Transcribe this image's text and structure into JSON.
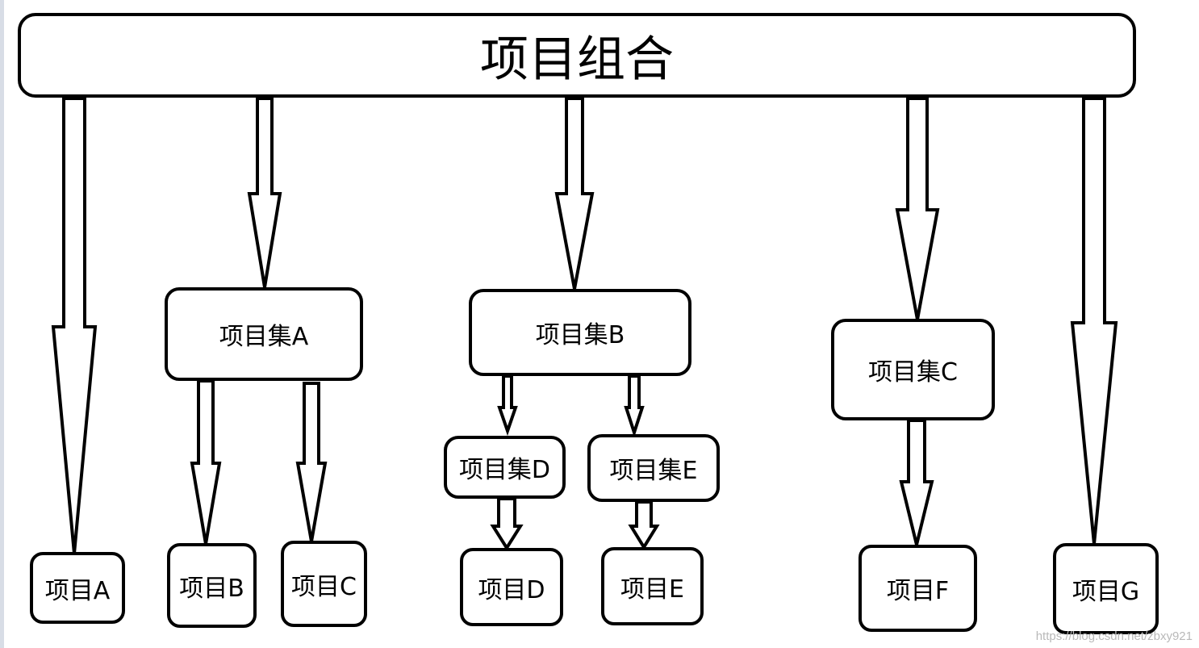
{
  "root": {
    "label": "项目组合"
  },
  "program_sets": {
    "a": "项目集A",
    "b": "项目集B",
    "c": "项目集C",
    "d": "项目集D",
    "e": "项目集E"
  },
  "projects": {
    "a": "项目A",
    "b": "项目B",
    "c": "项目C",
    "d": "项目D",
    "e": "项目E",
    "f": "项目F",
    "g": "项目G"
  },
  "watermark": "https://blog.csdn.net/zbxy921",
  "colors": {
    "stroke": "#000000",
    "fill": "#ffffff",
    "watermark": "#b9b9b9"
  }
}
